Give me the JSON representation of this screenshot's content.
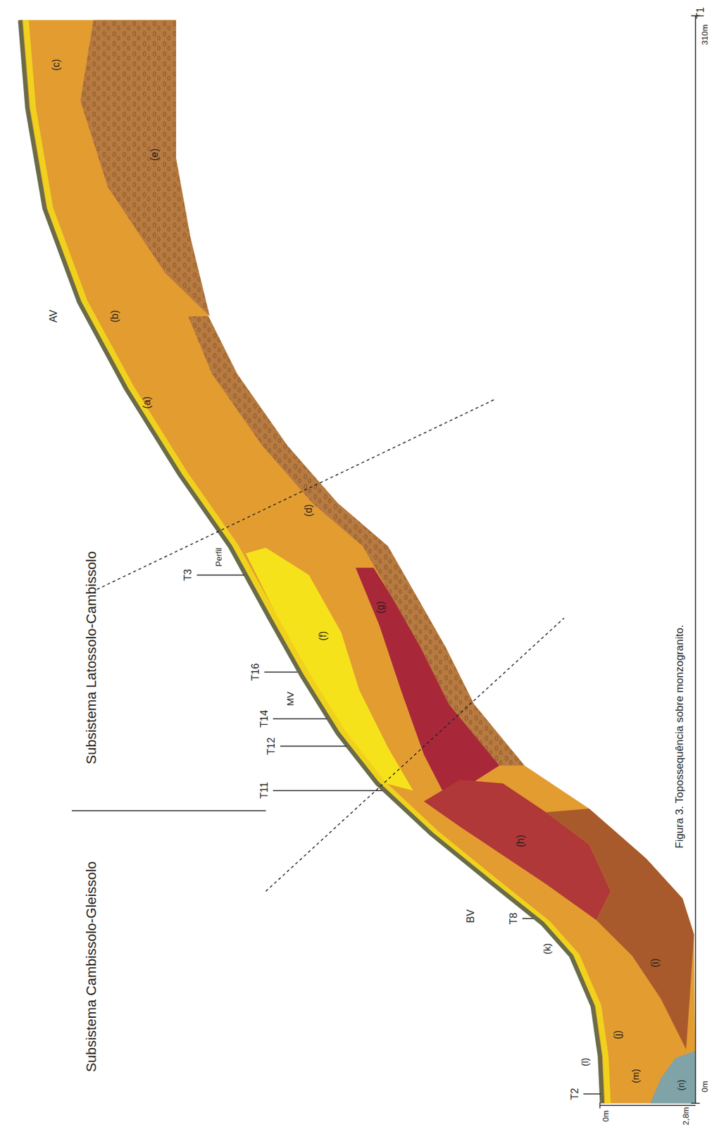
{
  "diagram": {
    "caption": "Figura 3. Topossequência sobre monzogranito.",
    "labels": [
      "Subsistema Cambissolo-Gleissolo",
      "Subsistema Latossolo-Cambissolo",
      "T1",
      "(c)",
      "(e)",
      "AV",
      "(b)",
      "(a)",
      "T3",
      "Perfil",
      "(d)",
      "(g)",
      "(f)",
      "T16",
      "MV",
      "T14",
      "T12",
      "T11",
      "(h)",
      "BV",
      "T8",
      "(k)",
      "(i)",
      "(j)",
      "T2",
      "(l)",
      "(m)",
      "(n)",
      "0m",
      "2,8m",
      "0m",
      "310m"
    ]
  }
}
